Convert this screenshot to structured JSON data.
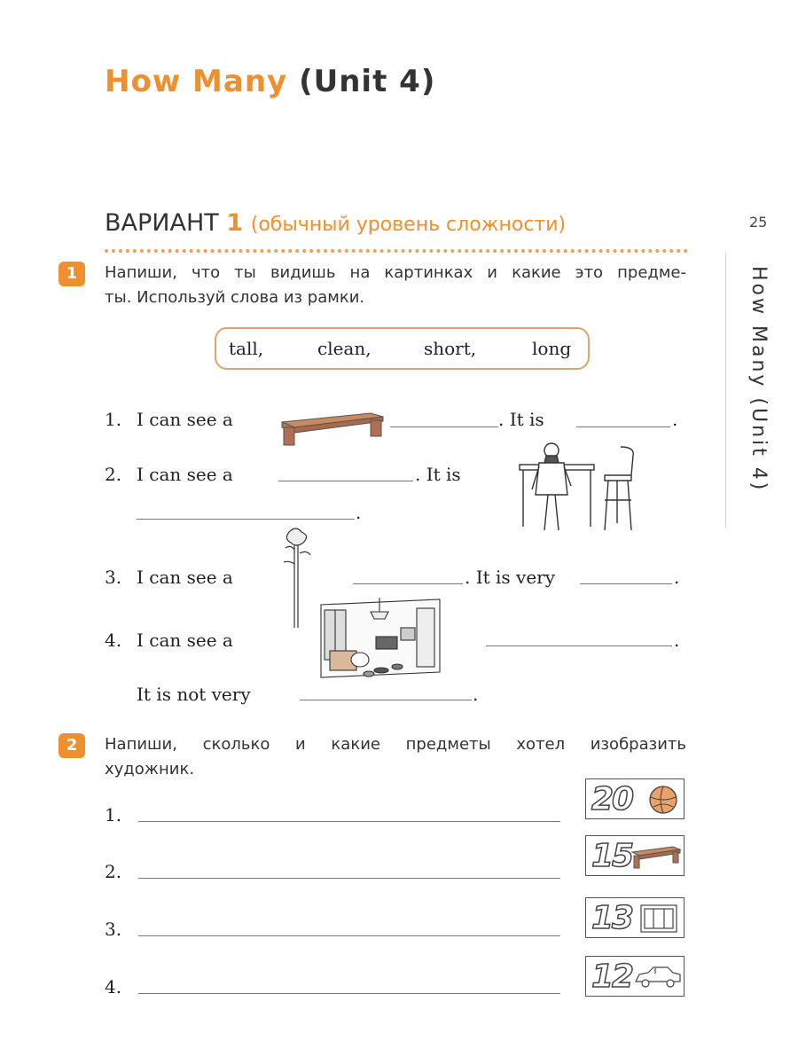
{
  "header": {
    "title_orange": "How Many",
    "title_dark": "(Unit 4)"
  },
  "variant": {
    "label": "ВАРИАНТ",
    "number": "1",
    "note": "(обычный уровень сложности)"
  },
  "page_number": "25",
  "side_title": "How Many (Unit 4)",
  "task1": {
    "badge": "1",
    "instruction_line1": "Напиши, что ты видишь на картинках и какие это предме-",
    "instruction_line2": "ты. Используй слова из рамки.",
    "words": [
      "tall,",
      "clean,",
      "short,",
      "long"
    ],
    "items": [
      {
        "num": "1.",
        "start": "I can see a",
        "mid": ". It is",
        "end": "."
      },
      {
        "num": "2.",
        "start": "I can see a",
        "mid": ". It is",
        "end": "."
      },
      {
        "num": "3.",
        "start": "I can see a",
        "mid": ". It is very",
        "end": "."
      },
      {
        "num": "4.",
        "start": "I can see a",
        "end": ".",
        "line2": "It is not very",
        "end2": "."
      }
    ]
  },
  "task2": {
    "badge": "2",
    "instruction_line1": "Напиши, сколько и какие предметы хотел изобразить",
    "instruction_line2": "художник.",
    "rows": [
      {
        "num": "1.",
        "count": "20",
        "icon": "ball-icon"
      },
      {
        "num": "2.",
        "count": "15",
        "icon": "bench-icon"
      },
      {
        "num": "3.",
        "count": "13",
        "icon": "window-icon"
      },
      {
        "num": "4.",
        "count": "12",
        "icon": "car-icon"
      }
    ]
  },
  "colors": {
    "accent": "#ef8f2e",
    "text": "#2a2a2a"
  }
}
